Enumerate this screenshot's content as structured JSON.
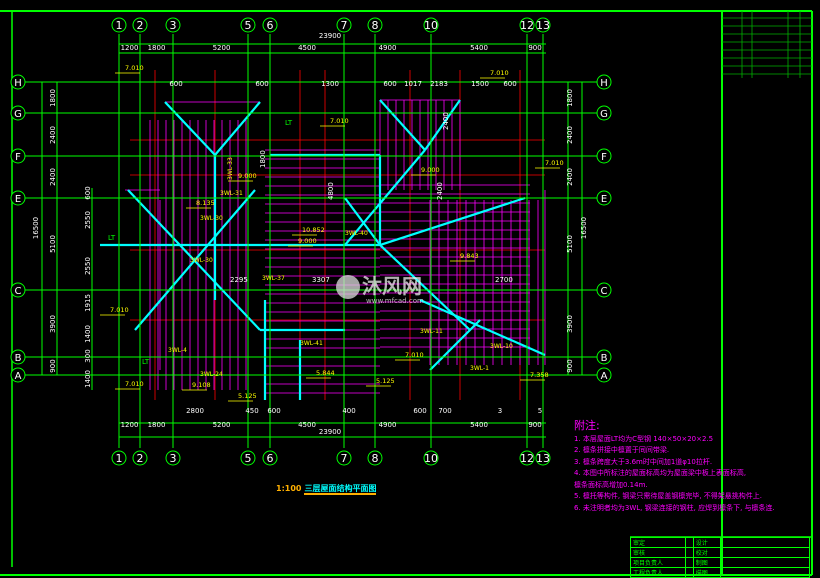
{
  "drawing": {
    "title_scale": "1:100",
    "title": "三层屋面结构平面图",
    "watermark": "沐风网 www.mfcad.com"
  },
  "axes": {
    "columns": [
      "1",
      "2",
      "3",
      "5",
      "6",
      "7",
      "8",
      "10",
      "12",
      "13"
    ],
    "rows": [
      "H",
      "G",
      "F",
      "E",
      "C",
      "B",
      "A"
    ]
  },
  "dimensions": {
    "top_total": "23900",
    "top_segments": [
      "1200",
      "1800",
      "5200",
      "4500",
      "4900",
      "5400",
      "900"
    ],
    "bottom_total": "23900",
    "bottom_segments": [
      "1200",
      "1800",
      "5200",
      "4500",
      "4900",
      "5400",
      "900"
    ],
    "bottom_extra": [
      "2800",
      "450",
      "600",
      "400",
      "600",
      "700",
      "3",
      "5"
    ],
    "top_local": [
      "600",
      "600",
      "1300",
      "600",
      "1017",
      "2183",
      "1500",
      "600"
    ],
    "left_total": "16500",
    "left_segments": [
      "1800",
      "2400",
      "2400",
      "5100",
      "3900",
      "900"
    ],
    "left_inner": [
      "600",
      "2550",
      "2550",
      "1915",
      "1400",
      "300",
      "1400"
    ],
    "right_total": "16500",
    "right_segments": [
      "1800",
      "2400",
      "2400",
      "5100",
      "3900",
      "900"
    ]
  },
  "labels": {
    "elevations": [
      "7.010",
      "7.010",
      "7.010",
      "7.010",
      "7.010",
      "7.010",
      "7.010",
      "9.000",
      "9.000",
      "9.000",
      "10.852",
      "9.843",
      "8.135",
      "9.108",
      "5.125",
      "5.125",
      "5.844",
      "7.358"
    ],
    "beams": [
      "3WL-30",
      "3WL-30",
      "3WL-40",
      "3WL-37",
      "3WL-31",
      "3WL-33",
      "3WL-41",
      "3WL-1",
      "3WL-11",
      "3WL-10",
      "3WL-24",
      "3WL-4"
    ],
    "misc": [
      "LT",
      "LT",
      "LT",
      "4800",
      "1800",
      "2295",
      "3307",
      "2700",
      "2400",
      "2400"
    ]
  },
  "notes": {
    "title": "附注:",
    "items": [
      "1. 本层屋面LT均为C型钢 140×50×20×2.5",
      "2. 檩条拼接中檩置于同间带梁.",
      "3. 檩条跨度大于3.6m时中间加1道φ10拉杆.",
      "4. 本图中所标注的屋面标高均为屋面梁中板上表面标高,",
      "   檩条面标高增加0.14m.",
      "5. 檩托等构件, 钢梁只需待屋盖钢檩完毕, 不得架悬挑构件上.",
      "6. 未注明者均为3WL, 钢梁连接的钢柱, 应焊到檩条下, 与檩条连."
    ]
  },
  "title_block": {
    "rows": [
      [
        "审定",
        "",
        "设计",
        ""
      ],
      [
        "审核",
        "",
        "校对",
        ""
      ],
      [
        "项目负责人",
        "",
        "制图",
        ""
      ],
      [
        "工程负责人",
        "",
        "描图",
        ""
      ]
    ]
  },
  "colors": {
    "axis": "#00ff00",
    "dim_text": "#ffffff",
    "beam": "#00ffff",
    "purlin": "#ff00ff",
    "red_line": "#ff0000",
    "annotation": "#ffff00"
  }
}
